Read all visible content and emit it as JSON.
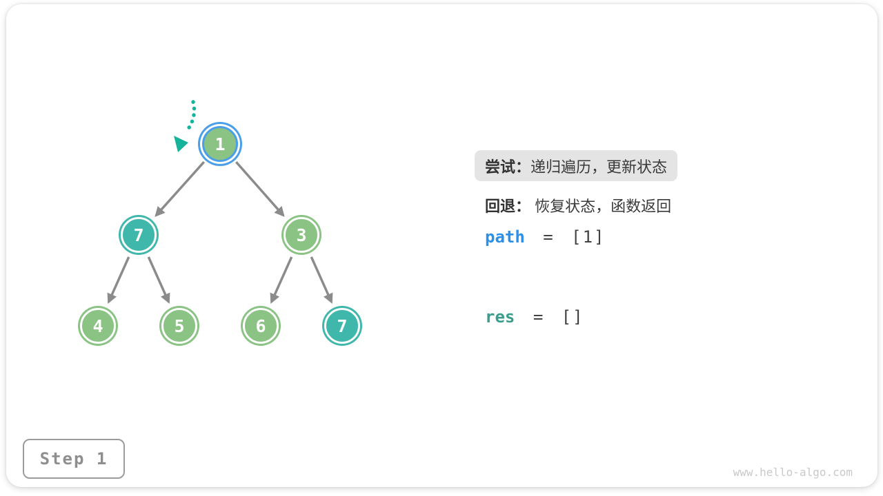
{
  "tree": {
    "nodes": [
      {
        "value": "1",
        "state": "active"
      },
      {
        "value": "7",
        "state": "teal"
      },
      {
        "value": "3",
        "state": "green"
      },
      {
        "value": "4",
        "state": "green"
      },
      {
        "value": "5",
        "state": "green"
      },
      {
        "value": "6",
        "state": "green"
      },
      {
        "value": "7",
        "state": "teal"
      }
    ]
  },
  "panel": {
    "try_label": "尝试：",
    "try_text": "递归遍历，更新状态",
    "back_label": "回退：",
    "back_text": "恢复状态，函数返回",
    "path_name": "path",
    "path_eq": "=",
    "path_value": "[1]",
    "res_name": "res",
    "res_eq": "=",
    "res_value": "[]"
  },
  "step": {
    "label": "Step 1"
  },
  "watermark": "www.hello-algo.com",
  "colors": {
    "node_green": "#8ac384",
    "node_teal": "#3fb7ab",
    "active_ring_blue": "#4b9fe8",
    "edge_gray": "#8b8b8b",
    "pointer_teal": "#14b39a",
    "path_blue": "#2b90e8",
    "res_teal": "#3a9c8c",
    "highlight_box_bg": "#e4e4e4"
  }
}
